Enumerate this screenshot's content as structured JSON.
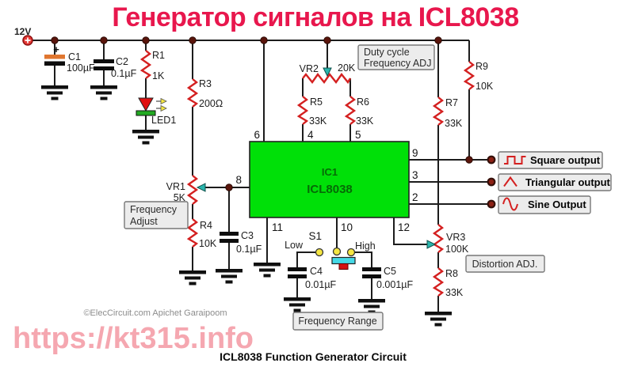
{
  "title": "Генератор сигналов на ICL8038",
  "power": {
    "label": "12V"
  },
  "ic": {
    "ref": "IC1",
    "part": "ICL8038"
  },
  "pins": {
    "p2": "2",
    "p3": "3",
    "p4": "4",
    "p5": "5",
    "p6": "6",
    "p8": "8",
    "p9": "9",
    "p10": "10",
    "p11": "11",
    "p12": "12"
  },
  "components": {
    "c1": {
      "ref": "C1",
      "value": "100µF",
      "polarity": "+"
    },
    "c2": {
      "ref": "C2",
      "value": "0.1µF"
    },
    "c3": {
      "ref": "C3",
      "value": "0.1µF"
    },
    "c4": {
      "ref": "C4",
      "value": "0.01µF"
    },
    "c5": {
      "ref": "C5",
      "value": "0.001µF"
    },
    "r1": {
      "ref": "R1",
      "value": "1K"
    },
    "r3": {
      "ref": "R3",
      "value": "200Ω"
    },
    "r4": {
      "ref": "R4",
      "value": "10K"
    },
    "r5": {
      "ref": "R5",
      "value": "33K"
    },
    "r6": {
      "ref": "R6",
      "value": "33K"
    },
    "r7": {
      "ref": "R7",
      "value": "33K"
    },
    "r8": {
      "ref": "R8",
      "value": "33K"
    },
    "r9": {
      "ref": "R9",
      "value": "10K"
    },
    "vr1": {
      "ref": "VR1",
      "value": "5K"
    },
    "vr2": {
      "ref": "VR2",
      "value": "20K"
    },
    "vr3": {
      "ref": "VR3",
      "value": "100K"
    },
    "led1": {
      "ref": "LED1"
    },
    "s1": {
      "ref": "S1",
      "pos_low": "Low",
      "pos_high": "High"
    }
  },
  "callouts": {
    "duty_line1": "Duty cycle",
    "duty_line2": "Frequency ADJ",
    "freq_adj_line1": "Frequency",
    "freq_adj_line2": "Adjust",
    "freq_range": "Frequency Range",
    "distortion": "Distortion ADJ."
  },
  "outputs": {
    "square": "Square output",
    "triangular": "Triangular output",
    "sine": "Sine Output"
  },
  "footer": {
    "credit": "©ElecCircuit.com Apichet Garaipoom",
    "watermark": "https://kt315.info",
    "caption": "ICL8038 Function Generator Circuit"
  },
  "colors": {
    "title": "#e8174d",
    "watermark": "#f4949f",
    "ic-fill": "#00e008",
    "ic-text": "#066a06",
    "resistor": "#d42020",
    "wire": "#1c1c1c",
    "dot": "#5a150c",
    "box-fill": "#ececec",
    "box-border": "#777777",
    "wave-icon": "#d42020",
    "led-body": "#e01010",
    "led-bar": "#22aa22",
    "cap-plus-plate": "#e0762f",
    "terminal": "#e53935",
    "switch-slider": "#45d9e6",
    "switch-handle": "#d41212",
    "switch-contact": "#f5e642",
    "wiper-arrow": "#2ab5ad"
  }
}
